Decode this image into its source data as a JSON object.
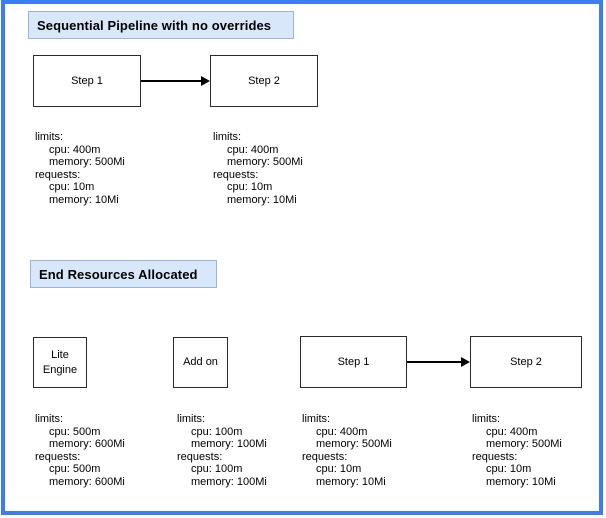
{
  "colors": {
    "frame_border": "#3d7df4",
    "title_fill": "#d9e7fa",
    "title_border": "#9fb3d6",
    "node_fill": "#ffffff",
    "node_border": "#2b2b2b",
    "arrow": "#000000",
    "text": "#000000"
  },
  "sections": [
    {
      "title": "Sequential Pipeline with no overrides",
      "nodes": [
        {
          "label": "Step 1",
          "resources": {
            "limits_heading": "limits:",
            "limits_cpu": "cpu: 400m",
            "limits_memory": "memory: 500Mi",
            "requests_heading": "requests:",
            "requests_cpu": "cpu: 10m",
            "requests_memory": "memory: 10Mi"
          }
        },
        {
          "label": "Step 2",
          "resources": {
            "limits_heading": "limits:",
            "limits_cpu": "cpu: 400m",
            "limits_memory": "memory: 500Mi",
            "requests_heading": "requests:",
            "requests_cpu": "cpu: 10m",
            "requests_memory": "memory: 10Mi"
          }
        }
      ]
    },
    {
      "title": "End Resources Allocated",
      "nodes": [
        {
          "label": "Lite Engine",
          "resources": {
            "limits_heading": "limits:",
            "limits_cpu": "cpu: 500m",
            "limits_memory": "memory: 600Mi",
            "requests_heading": "requests:",
            "requests_cpu": "cpu: 500m",
            "requests_memory": "memory: 600Mi"
          }
        },
        {
          "label": "Add on",
          "resources": {
            "limits_heading": "limits:",
            "limits_cpu": "cpu: 100m",
            "limits_memory": "memory: 100Mi",
            "requests_heading": "requests:",
            "requests_cpu": "cpu: 100m",
            "requests_memory": "memory: 100Mi"
          }
        },
        {
          "label": "Step 1",
          "resources": {
            "limits_heading": "limits:",
            "limits_cpu": "cpu: 400m",
            "limits_memory": "memory: 500Mi",
            "requests_heading": "requests:",
            "requests_cpu": "cpu: 10m",
            "requests_memory": "memory: 10Mi"
          }
        },
        {
          "label": "Step 2",
          "resources": {
            "limits_heading": "limits:",
            "limits_cpu": "cpu: 400m",
            "limits_memory": "memory: 500Mi",
            "requests_heading": "requests:",
            "requests_cpu": "cpu: 10m",
            "requests_memory": "memory: 10Mi"
          }
        }
      ]
    }
  ]
}
